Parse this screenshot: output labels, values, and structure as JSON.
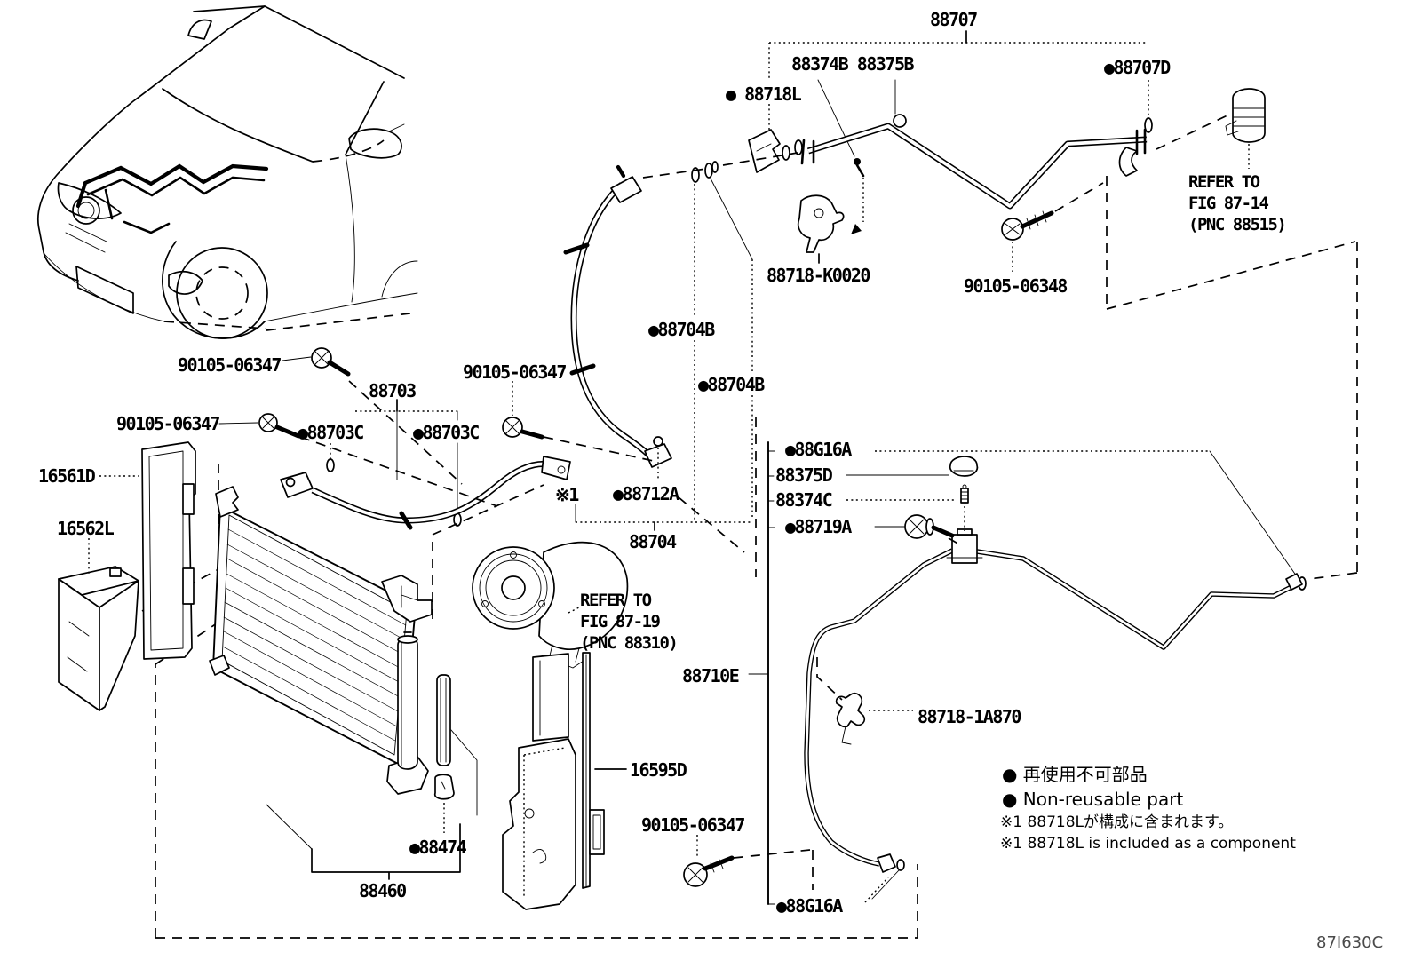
{
  "figure_code": "87I630C",
  "colors": {
    "ink": "#000000",
    "background": "#ffffff"
  },
  "labels": {
    "p88707": "88707",
    "p88374b_88375b": "88374B 88375B",
    "p88718l": "● 88718L",
    "p88707d": "●88707D",
    "ref_fig_87_14": "REFER TO\nFIG 87-14\n(PNC 88515)",
    "p88718_k0020": "88718-K0020",
    "p90105_06348": "90105-06348",
    "p88704b_1": "●88704B",
    "p88704b_2": "●88704B",
    "p90105_06347_1": "90105-06347",
    "p88703": "88703",
    "p90105_06347_2": "90105-06347",
    "p88703c_1": "●88703C",
    "p88703c_2": "●88703C",
    "p90105_06347_3": "90105-06347",
    "p16561d": "16561D",
    "p16562l": "16562L",
    "note_ref_mid": "※1",
    "p88712a": "●88712A",
    "p88704": "88704",
    "p88g16a_1": "●88G16A",
    "p88375d": "88375D",
    "p88374c": "88374C",
    "p88719a": "●88719A",
    "ref_fig_87_19": "REFER TO\nFIG 87-19\n(PNC 88310)",
    "p88710e": "88710E",
    "p88718_1a870": "88718-1A870",
    "p16595d": "16595D",
    "p90105_06347_4": "90105-06347",
    "p88474": "●88474",
    "p88460": "88460",
    "p88g16a_2": "●88G16A"
  },
  "legend": {
    "jp": "● 再使用不可部品",
    "en": "● Non-reusable part",
    "note_jp": "※1 88718Lが構成に含まれます。",
    "note_en": "※1 88718L is included as a component"
  }
}
